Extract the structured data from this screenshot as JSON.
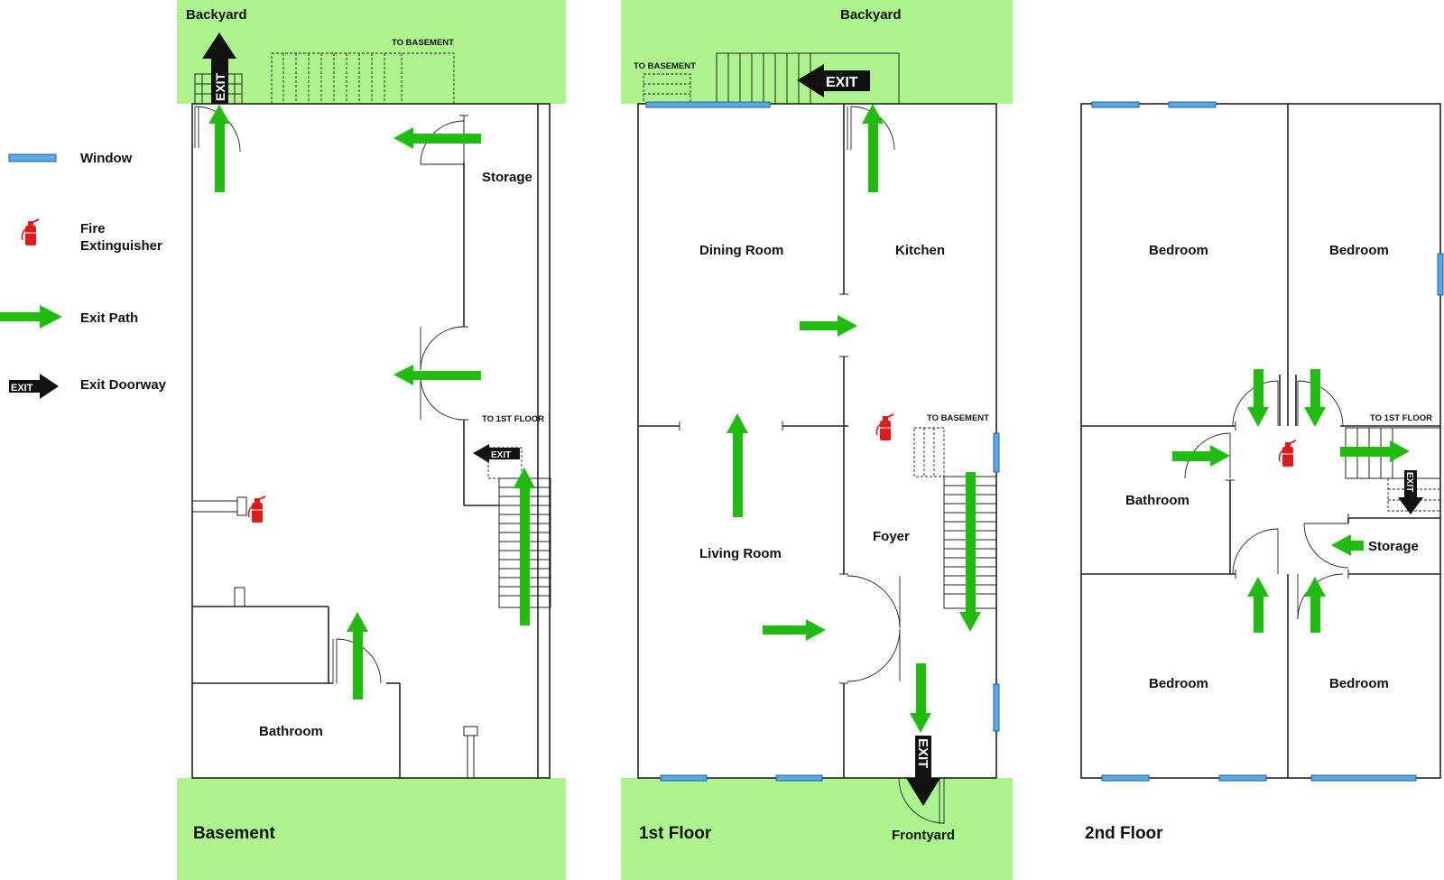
{
  "legend": {
    "window": "Window",
    "fire_extinguisher_line1": "Fire",
    "fire_extinguisher_line2": "Extinguisher",
    "exit_path": "Exit Path",
    "exit_doorway": "Exit Doorway"
  },
  "exit_sign": "EXIT",
  "basement": {
    "title": "Basement",
    "backyard": "Backyard",
    "to_basement": "TO BASEMENT",
    "to_1st_floor": "TO 1ST FLOOR",
    "rooms": {
      "storage": "Storage",
      "bathroom": "Bathroom"
    }
  },
  "first_floor": {
    "title": "1st Floor",
    "backyard": "Backyard",
    "frontyard": "Frontyard",
    "to_basement_back": "TO BASEMENT",
    "to_basement_foyer": "TO BASEMENT",
    "rooms": {
      "dining": "Dining Room",
      "kitchen": "Kitchen",
      "living": "Living Room",
      "foyer": "Foyer"
    }
  },
  "second_floor": {
    "title": "2nd Floor",
    "to_1st_floor": "TO 1ST FLOOR",
    "rooms": {
      "bedroom_tl": "Bedroom",
      "bedroom_tr": "Bedroom",
      "bathroom": "Bathroom",
      "storage": "Storage",
      "bedroom_bl": "Bedroom",
      "bedroom_br": "Bedroom"
    }
  },
  "colors": {
    "yard": "#adf48f",
    "exit_path": "#22bb11",
    "window": "#5aa9e6",
    "extinguisher": "#e01b1b",
    "exit_doorway": "#111111"
  }
}
